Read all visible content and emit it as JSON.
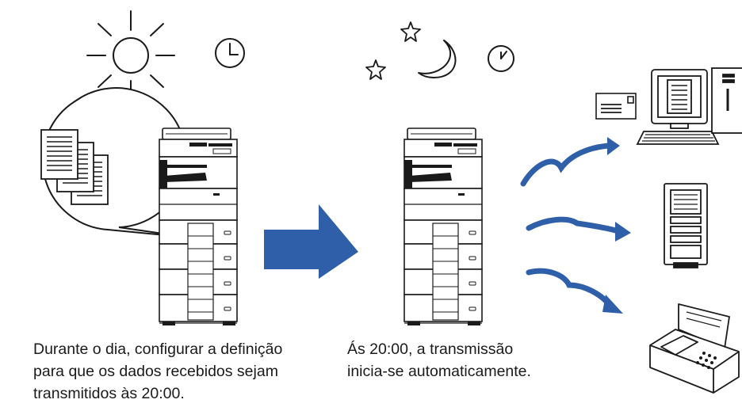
{
  "captions": {
    "left": [
      "Durante o dia, configurar a definição",
      "para que os dados recebidos sejam",
      "transmitidos às 20:00."
    ],
    "right": [
      "Ás 20:00, a transmissão",
      "inicia-se automaticamente."
    ]
  },
  "icons": [
    "sun-icon",
    "clock-icon",
    "star-icon",
    "moon-icon",
    "document-stack-icon",
    "printer-icon",
    "arrow-right-icon",
    "transmission-arrow-icon",
    "computer-icon",
    "server-icon",
    "fax-icon",
    "envelope-icon"
  ],
  "colors": {
    "arrow": "#2e5fa8",
    "line": "#1a1a1a",
    "background": "#ffffff"
  }
}
